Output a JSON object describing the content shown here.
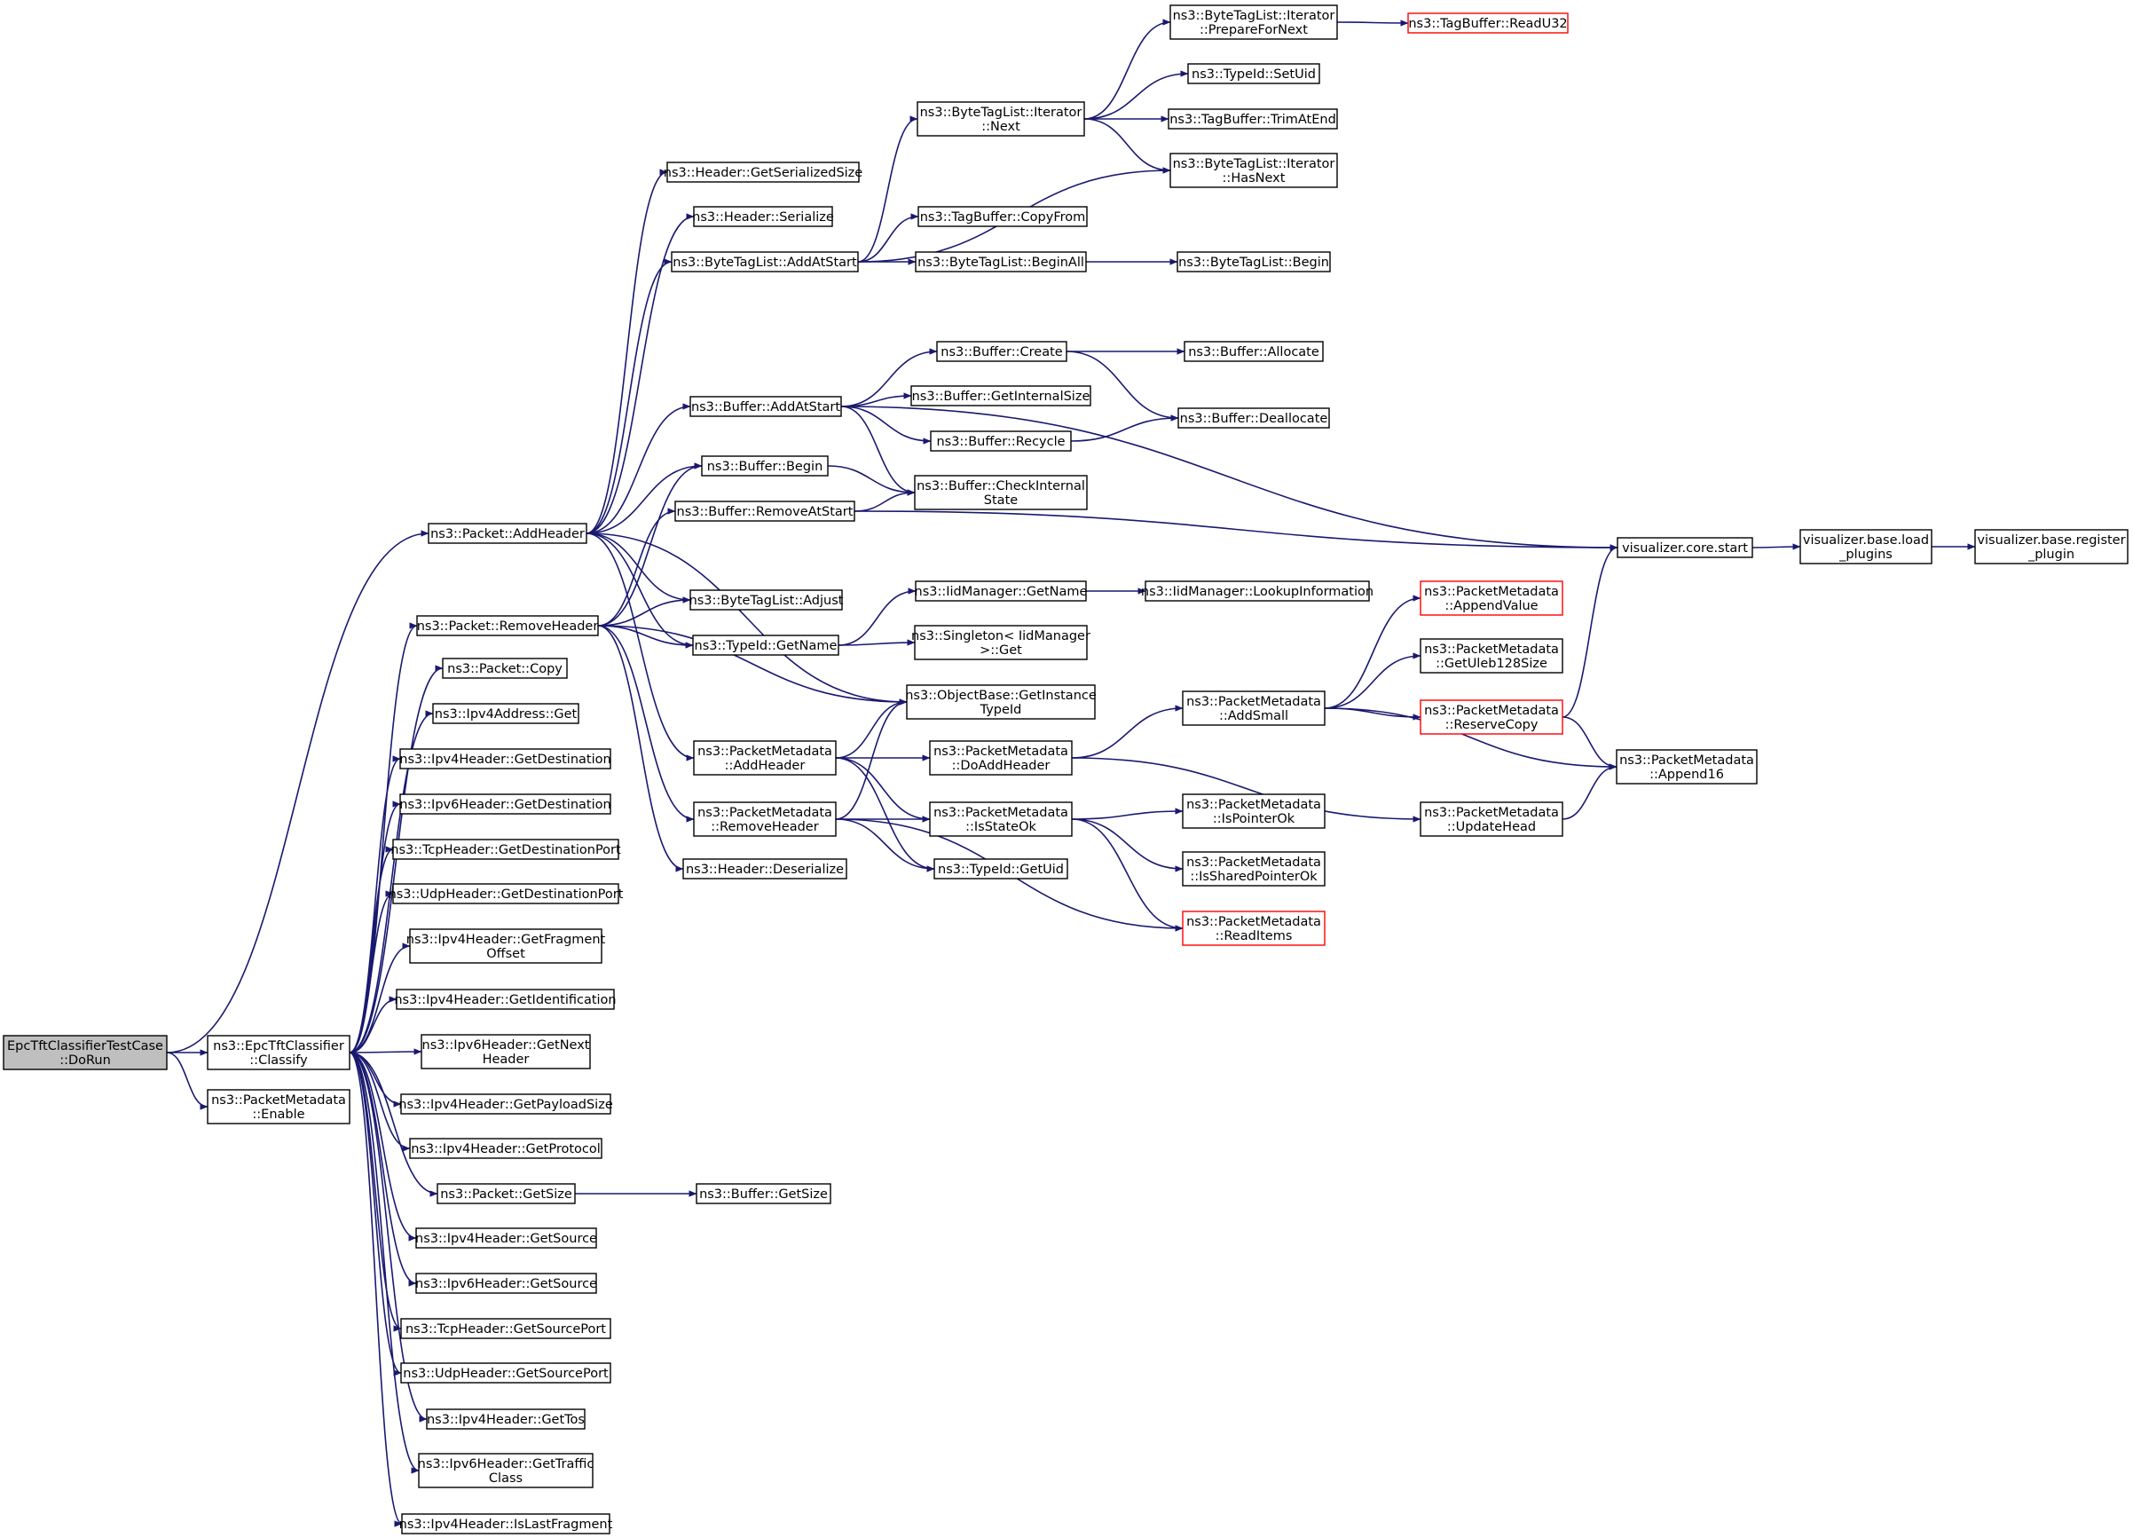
{
  "colors": {
    "edge": "#191970",
    "node_border": "#000000",
    "node_fill": "#ffffff",
    "root_fill": "#bfbfbf",
    "truncated_border": "#ff0000"
  },
  "nodes": [
    {
      "id": "dorun",
      "lines": [
        "EpcTftClassifierTestCase",
        "::DoRun"
      ],
      "style": "root"
    },
    {
      "id": "classify",
      "lines": [
        "ns3::EpcTftClassifier",
        "::Classify"
      ],
      "style": "normal"
    },
    {
      "id": "pm_enable",
      "lines": [
        "ns3::PacketMetadata",
        "::Enable"
      ],
      "style": "normal"
    },
    {
      "id": "addheader",
      "lines": [
        "ns3::Packet::AddHeader"
      ],
      "style": "normal"
    },
    {
      "id": "removeheader",
      "lines": [
        "ns3::Packet::RemoveHeader"
      ],
      "style": "normal"
    },
    {
      "id": "copy",
      "lines": [
        "ns3::Packet::Copy"
      ],
      "style": "normal"
    },
    {
      "id": "ipv4addr_get",
      "lines": [
        "ns3::Ipv4Address::Get"
      ],
      "style": "normal"
    },
    {
      "id": "ipv4_getdest",
      "lines": [
        "ns3::Ipv4Header::GetDestination"
      ],
      "style": "normal"
    },
    {
      "id": "ipv6_getdest",
      "lines": [
        "ns3::Ipv6Header::GetDestination"
      ],
      "style": "normal"
    },
    {
      "id": "tcp_getdestport",
      "lines": [
        "ns3::TcpHeader::GetDestinationPort"
      ],
      "style": "normal"
    },
    {
      "id": "udp_getdestport",
      "lines": [
        "ns3::UdpHeader::GetDestinationPort"
      ],
      "style": "normal"
    },
    {
      "id": "ipv4_getfrag",
      "lines": [
        "ns3::Ipv4Header::GetFragment",
        "Offset"
      ],
      "style": "normal"
    },
    {
      "id": "ipv4_getident",
      "lines": [
        "ns3::Ipv4Header::GetIdentification"
      ],
      "style": "normal"
    },
    {
      "id": "ipv6_getnext",
      "lines": [
        "ns3::Ipv6Header::GetNext",
        "Header"
      ],
      "style": "normal"
    },
    {
      "id": "ipv4_getpayload",
      "lines": [
        "ns3::Ipv4Header::GetPayloadSize"
      ],
      "style": "normal"
    },
    {
      "id": "ipv4_getproto",
      "lines": [
        "ns3::Ipv4Header::GetProtocol"
      ],
      "style": "normal"
    },
    {
      "id": "packet_getsize",
      "lines": [
        "ns3::Packet::GetSize"
      ],
      "style": "normal"
    },
    {
      "id": "buffer_getsize",
      "lines": [
        "ns3::Buffer::GetSize"
      ],
      "style": "normal"
    },
    {
      "id": "ipv4_getsource",
      "lines": [
        "ns3::Ipv4Header::GetSource"
      ],
      "style": "normal"
    },
    {
      "id": "ipv6_getsource",
      "lines": [
        "ns3::Ipv6Header::GetSource"
      ],
      "style": "normal"
    },
    {
      "id": "tcp_getsrcport",
      "lines": [
        "ns3::TcpHeader::GetSourcePort"
      ],
      "style": "normal"
    },
    {
      "id": "udp_getsrcport",
      "lines": [
        "ns3::UdpHeader::GetSourcePort"
      ],
      "style": "normal"
    },
    {
      "id": "ipv4_gettos",
      "lines": [
        "ns3::Ipv4Header::GetTos"
      ],
      "style": "normal"
    },
    {
      "id": "ipv6_gettraffic",
      "lines": [
        "ns3::Ipv6Header::GetTraffic",
        "Class"
      ],
      "style": "normal"
    },
    {
      "id": "ipv4_islastfrag",
      "lines": [
        "ns3::Ipv4Header::IsLastFragment"
      ],
      "style": "normal"
    },
    {
      "id": "header_getsersize",
      "lines": [
        "ns3::Header::GetSerializedSize"
      ],
      "style": "normal"
    },
    {
      "id": "header_serialize",
      "lines": [
        "ns3::Header::Serialize"
      ],
      "style": "normal"
    },
    {
      "id": "btl_addatstart",
      "lines": [
        "ns3::ByteTagList::AddAtStart"
      ],
      "style": "normal"
    },
    {
      "id": "buffer_addatstart",
      "lines": [
        "ns3::Buffer::AddAtStart"
      ],
      "style": "normal"
    },
    {
      "id": "buffer_begin",
      "lines": [
        "ns3::Buffer::Begin"
      ],
      "style": "normal"
    },
    {
      "id": "buffer_removeatstart",
      "lines": [
        "ns3::Buffer::RemoveAtStart"
      ],
      "style": "normal"
    },
    {
      "id": "btl_adjust",
      "lines": [
        "ns3::ByteTagList::Adjust"
      ],
      "style": "normal"
    },
    {
      "id": "typeid_getname",
      "lines": [
        "ns3::TypeId::GetName"
      ],
      "style": "normal"
    },
    {
      "id": "pm_addheader",
      "lines": [
        "ns3::PacketMetadata",
        "::AddHeader"
      ],
      "style": "normal"
    },
    {
      "id": "pm_removeheader",
      "lines": [
        "ns3::PacketMetadata",
        "::RemoveHeader"
      ],
      "style": "normal"
    },
    {
      "id": "header_deserialize",
      "lines": [
        "ns3::Header::Deserialize"
      ],
      "style": "normal"
    },
    {
      "id": "btli_next",
      "lines": [
        "ns3::ByteTagList::Iterator",
        "::Next"
      ],
      "style": "normal"
    },
    {
      "id": "tagbuffer_copyfrom",
      "lines": [
        "ns3::TagBuffer::CopyFrom"
      ],
      "style": "normal"
    },
    {
      "id": "btl_beginall",
      "lines": [
        "ns3::ByteTagList::BeginAll"
      ],
      "style": "normal"
    },
    {
      "id": "buffer_create",
      "lines": [
        "ns3::Buffer::Create"
      ],
      "style": "normal"
    },
    {
      "id": "buffer_getinternalsize",
      "lines": [
        "ns3::Buffer::GetInternalSize"
      ],
      "style": "normal"
    },
    {
      "id": "buffer_recycle",
      "lines": [
        "ns3::Buffer::Recycle"
      ],
      "style": "normal"
    },
    {
      "id": "buffer_checkinternal",
      "lines": [
        "ns3::Buffer::CheckInternal",
        "State"
      ],
      "style": "normal"
    },
    {
      "id": "iidmanager_getname",
      "lines": [
        "ns3::IidManager::GetName"
      ],
      "style": "normal"
    },
    {
      "id": "singleton_get",
      "lines": [
        "ns3::Singleton< IidManager",
        " >::Get"
      ],
      "style": "normal"
    },
    {
      "id": "objectbase_getinstance",
      "lines": [
        "ns3::ObjectBase::GetInstance",
        "TypeId"
      ],
      "style": "normal"
    },
    {
      "id": "pm_doaddheader",
      "lines": [
        "ns3::PacketMetadata",
        "::DoAddHeader"
      ],
      "style": "normal"
    },
    {
      "id": "pm_isstateok",
      "lines": [
        "ns3::PacketMetadata",
        "::IsStateOk"
      ],
      "style": "normal"
    },
    {
      "id": "typeid_getuid",
      "lines": [
        "ns3::TypeId::GetUid"
      ],
      "style": "normal"
    },
    {
      "id": "btli_preparefornext",
      "lines": [
        "ns3::ByteTagList::Iterator",
        "::PrepareForNext"
      ],
      "style": "normal"
    },
    {
      "id": "typeid_setuid",
      "lines": [
        "ns3::TypeId::SetUid"
      ],
      "style": "normal"
    },
    {
      "id": "tagbuffer_trimatend",
      "lines": [
        "ns3::TagBuffer::TrimAtEnd"
      ],
      "style": "normal"
    },
    {
      "id": "btli_hasnext",
      "lines": [
        "ns3::ByteTagList::Iterator",
        "::HasNext"
      ],
      "style": "normal"
    },
    {
      "id": "btl_begin",
      "lines": [
        "ns3::ByteTagList::Begin"
      ],
      "style": "normal"
    },
    {
      "id": "buffer_allocate",
      "lines": [
        "ns3::Buffer::Allocate"
      ],
      "style": "normal"
    },
    {
      "id": "buffer_deallocate",
      "lines": [
        "ns3::Buffer::Deallocate"
      ],
      "style": "normal"
    },
    {
      "id": "iidmanager_lookup",
      "lines": [
        "ns3::IidManager::LookupInformation"
      ],
      "style": "normal"
    },
    {
      "id": "pm_addsmall",
      "lines": [
        "ns3::PacketMetadata",
        "::AddSmall"
      ],
      "style": "normal"
    },
    {
      "id": "pm_ispointerok",
      "lines": [
        "ns3::PacketMetadata",
        "::IsPointerOk"
      ],
      "style": "normal"
    },
    {
      "id": "pm_issharedpointerok",
      "lines": [
        "ns3::PacketMetadata",
        "::IsSharedPointerOk"
      ],
      "style": "normal"
    },
    {
      "id": "pm_readitems",
      "lines": [
        "ns3::PacketMetadata",
        "::ReadItems"
      ],
      "style": "truncated"
    },
    {
      "id": "tagbuffer_readu32",
      "lines": [
        "ns3::TagBuffer::ReadU32"
      ],
      "style": "truncated"
    },
    {
      "id": "viz_core_start",
      "lines": [
        "visualizer.core.start"
      ],
      "style": "normal"
    },
    {
      "id": "viz_load_plugins",
      "lines": [
        "visualizer.base.load",
        "_plugins"
      ],
      "style": "normal"
    },
    {
      "id": "viz_register_plugin",
      "lines": [
        "visualizer.base.register",
        "_plugin"
      ],
      "style": "normal"
    },
    {
      "id": "pm_appendvalue",
      "lines": [
        "ns3::PacketMetadata",
        "::AppendValue"
      ],
      "style": "truncated"
    },
    {
      "id": "pm_getuleb",
      "lines": [
        "ns3::PacketMetadata",
        "::GetUleb128Size"
      ],
      "style": "normal"
    },
    {
      "id": "pm_reservecopy",
      "lines": [
        "ns3::PacketMetadata",
        "::ReserveCopy"
      ],
      "style": "truncated"
    },
    {
      "id": "pm_append16",
      "lines": [
        "ns3::PacketMetadata",
        "::Append16"
      ],
      "style": "normal"
    },
    {
      "id": "pm_updatehead",
      "lines": [
        "ns3::PacketMetadata",
        "::UpdateHead"
      ],
      "style": "normal"
    }
  ],
  "edges": [
    [
      "dorun",
      "addheader"
    ],
    [
      "dorun",
      "classify"
    ],
    [
      "dorun",
      "pm_enable"
    ],
    [
      "classify",
      "removeheader"
    ],
    [
      "classify",
      "copy"
    ],
    [
      "classify",
      "ipv4addr_get"
    ],
    [
      "classify",
      "ipv4_getdest"
    ],
    [
      "classify",
      "ipv6_getdest"
    ],
    [
      "classify",
      "tcp_getdestport"
    ],
    [
      "classify",
      "udp_getdestport"
    ],
    [
      "classify",
      "ipv4_getfrag"
    ],
    [
      "classify",
      "ipv4_getident"
    ],
    [
      "classify",
      "ipv6_getnext"
    ],
    [
      "classify",
      "ipv4_getpayload"
    ],
    [
      "classify",
      "ipv4_getproto"
    ],
    [
      "classify",
      "packet_getsize"
    ],
    [
      "classify",
      "ipv4_getsource"
    ],
    [
      "classify",
      "ipv6_getsource"
    ],
    [
      "classify",
      "tcp_getsrcport"
    ],
    [
      "classify",
      "udp_getsrcport"
    ],
    [
      "classify",
      "ipv4_gettos"
    ],
    [
      "classify",
      "ipv6_gettraffic"
    ],
    [
      "classify",
      "ipv4_islastfrag"
    ],
    [
      "packet_getsize",
      "buffer_getsize"
    ],
    [
      "addheader",
      "header_getsersize"
    ],
    [
      "addheader",
      "header_serialize"
    ],
    [
      "addheader",
      "btl_addatstart"
    ],
    [
      "addheader",
      "buffer_addatstart"
    ],
    [
      "addheader",
      "buffer_begin"
    ],
    [
      "addheader",
      "btl_adjust"
    ],
    [
      "addheader",
      "typeid_getname"
    ],
    [
      "addheader",
      "objectbase_getinstance"
    ],
    [
      "addheader",
      "pm_addheader"
    ],
    [
      "removeheader",
      "buffer_begin"
    ],
    [
      "removeheader",
      "buffer_removeatstart"
    ],
    [
      "removeheader",
      "btl_adjust"
    ],
    [
      "removeheader",
      "typeid_getname"
    ],
    [
      "removeheader",
      "objectbase_getinstance"
    ],
    [
      "removeheader",
      "pm_removeheader"
    ],
    [
      "removeheader",
      "header_deserialize"
    ],
    [
      "btl_addatstart",
      "btli_next"
    ],
    [
      "btl_addatstart",
      "btli_hasnext"
    ],
    [
      "btl_addatstart",
      "tagbuffer_copyfrom"
    ],
    [
      "btl_addatstart",
      "btl_beginall"
    ],
    [
      "btli_next",
      "btli_preparefornext"
    ],
    [
      "btli_next",
      "typeid_setuid"
    ],
    [
      "btli_next",
      "tagbuffer_trimatend"
    ],
    [
      "btli_next",
      "btli_hasnext"
    ],
    [
      "btli_preparefornext",
      "tagbuffer_readu32"
    ],
    [
      "btl_beginall",
      "btl_begin"
    ],
    [
      "buffer_addatstart",
      "viz_core_start"
    ],
    [
      "buffer_addatstart",
      "buffer_create"
    ],
    [
      "buffer_addatstart",
      "buffer_getinternalsize"
    ],
    [
      "buffer_addatstart",
      "buffer_recycle"
    ],
    [
      "buffer_addatstart",
      "buffer_checkinternal"
    ],
    [
      "buffer_create",
      "buffer_allocate"
    ],
    [
      "buffer_create",
      "buffer_deallocate"
    ],
    [
      "buffer_recycle",
      "buffer_deallocate"
    ],
    [
      "buffer_begin",
      "buffer_checkinternal"
    ],
    [
      "buffer_removeatstart",
      "buffer_checkinternal"
    ],
    [
      "buffer_removeatstart",
      "viz_core_start"
    ],
    [
      "viz_core_start",
      "viz_load_plugins"
    ],
    [
      "viz_load_plugins",
      "viz_register_plugin"
    ],
    [
      "typeid_getname",
      "iidmanager_getname"
    ],
    [
      "typeid_getname",
      "singleton_get"
    ],
    [
      "iidmanager_getname",
      "iidmanager_lookup"
    ],
    [
      "pm_addheader",
      "objectbase_getinstance"
    ],
    [
      "pm_addheader",
      "pm_doaddheader"
    ],
    [
      "pm_addheader",
      "pm_isstateok"
    ],
    [
      "pm_addheader",
      "typeid_getuid"
    ],
    [
      "pm_removeheader",
      "objectbase_getinstance"
    ],
    [
      "pm_removeheader",
      "pm_isstateok"
    ],
    [
      "pm_removeheader",
      "typeid_getuid"
    ],
    [
      "pm_removeheader",
      "pm_readitems"
    ],
    [
      "pm_doaddheader",
      "pm_addsmall"
    ],
    [
      "pm_doaddheader",
      "pm_updatehead"
    ],
    [
      "pm_isstateok",
      "pm_ispointerok"
    ],
    [
      "pm_isstateok",
      "pm_issharedpointerok"
    ],
    [
      "pm_isstateok",
      "pm_readitems"
    ],
    [
      "pm_addsmall",
      "pm_appendvalue"
    ],
    [
      "pm_addsmall",
      "pm_getuleb"
    ],
    [
      "pm_addsmall",
      "pm_reservecopy"
    ],
    [
      "pm_addsmall",
      "pm_append16"
    ],
    [
      "pm_reservecopy",
      "viz_core_start"
    ],
    [
      "pm_reservecopy",
      "pm_append16"
    ],
    [
      "pm_updatehead",
      "pm_append16"
    ]
  ]
}
